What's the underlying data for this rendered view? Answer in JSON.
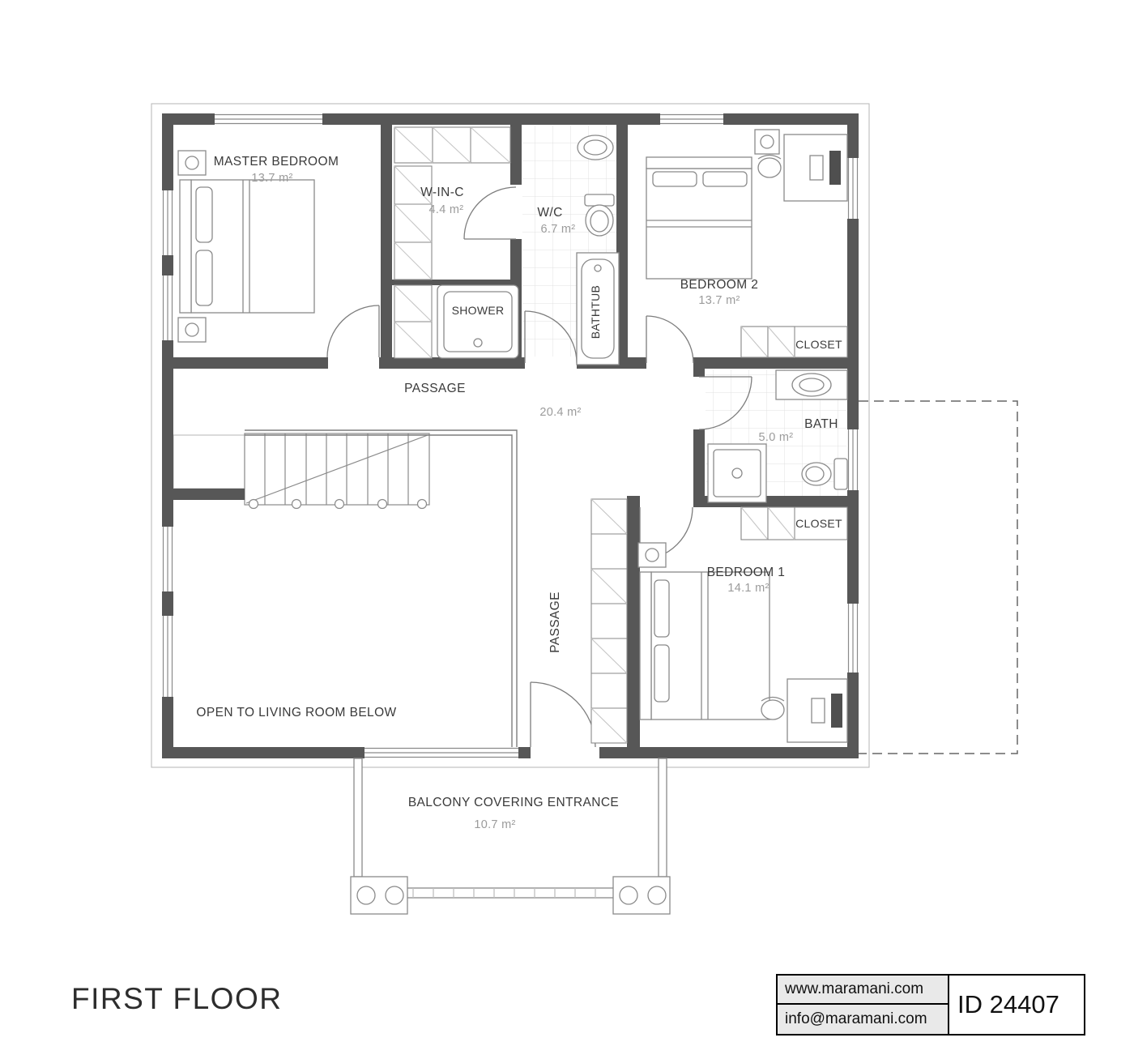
{
  "plan": {
    "rooms": {
      "master_bedroom": {
        "label": "MASTER BEDROOM",
        "area": "13.7 m²"
      },
      "winc": {
        "label": "W-IN-C",
        "area": "4.4 m²"
      },
      "wc": {
        "label": "W/C",
        "area": "6.7 m²"
      },
      "shower": {
        "label": "SHOWER"
      },
      "bathtub": {
        "label": "BATHTUB"
      },
      "bedroom2": {
        "label": "BEDROOM 2",
        "area": "13.7 m²"
      },
      "closet_top": {
        "label": "CLOSET"
      },
      "passage": {
        "label": "PASSAGE",
        "area": "20.4 m²"
      },
      "bath": {
        "label": "BATH",
        "area": "5.0 m²"
      },
      "closet_bottom": {
        "label": "CLOSET"
      },
      "bedroom1": {
        "label": "BEDROOM 1",
        "area": "14.1 m²"
      },
      "passage_vertical": {
        "label": "PASSAGE"
      },
      "open_to_living": {
        "label": "OPEN TO LIVING ROOM BELOW"
      },
      "balcony": {
        "label": "BALCONY COVERING ENTRANCE",
        "area": "10.7 m²"
      }
    },
    "colors": {
      "wall": "#575757",
      "fixture_line": "#8a8a8a",
      "label_text": "#3a3a3a",
      "area_text": "#9b9b9b"
    }
  },
  "footer": {
    "title": "FIRST FLOOR",
    "website": "www.maramani.com",
    "email": "info@maramani.com",
    "plan_id": "ID 24407"
  }
}
